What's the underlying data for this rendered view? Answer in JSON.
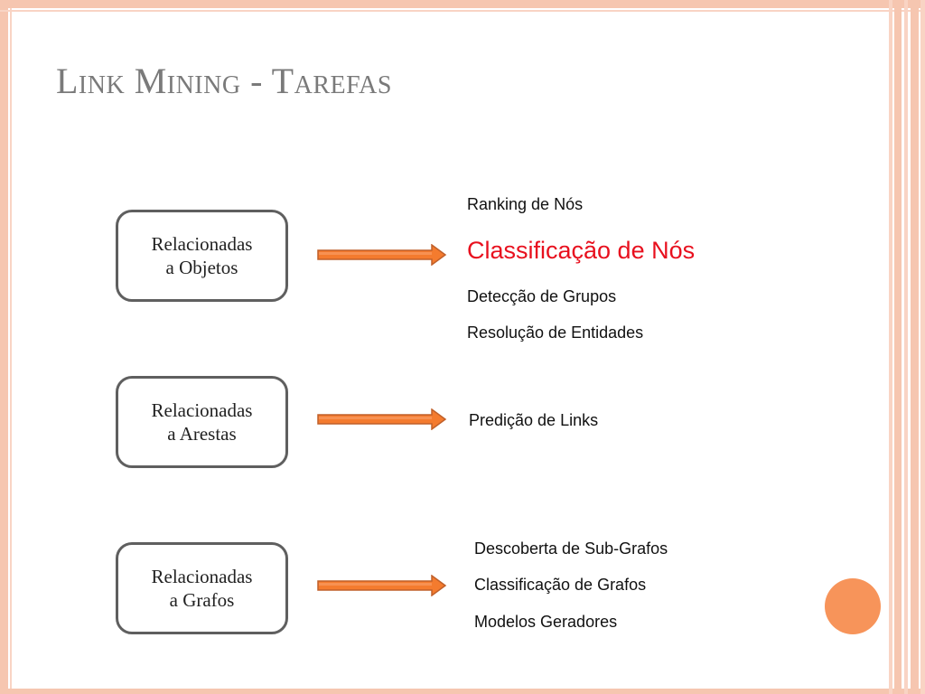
{
  "title": "Link Mining - Tarefas",
  "colors": {
    "title": "#7a7a7a",
    "highlight": "#e8101e",
    "arrow_fill": "#f47b2e",
    "arrow_stroke": "#c0602a",
    "frame": "#f6c6b0",
    "circle": "#f7945a"
  },
  "groups": [
    {
      "box_line1": "Relacionadas",
      "box_line2": "a Objetos",
      "tasks": [
        "Ranking de Nós",
        "Classificação de Nós",
        "Detecção de Grupos",
        "Resolução de Entidades"
      ]
    },
    {
      "box_line1": "Relacionadas",
      "box_line2": "a Arestas",
      "tasks": [
        "Predição de Links"
      ]
    },
    {
      "box_line1": "Relacionadas",
      "box_line2": "a Grafos",
      "tasks": [
        "Descoberta de Sub-Grafos",
        "Classificação de Grafos",
        "Modelos Geradores"
      ]
    }
  ]
}
